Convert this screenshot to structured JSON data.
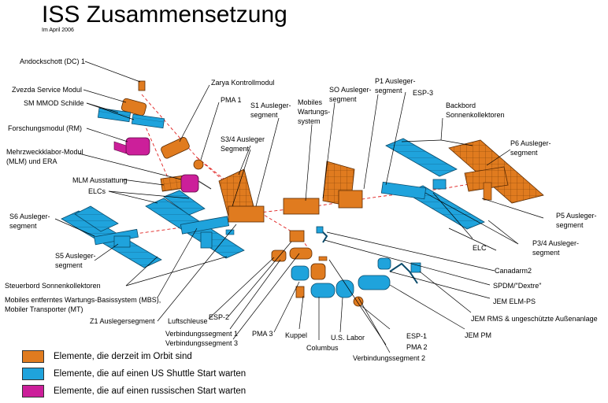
{
  "title": "ISS Zusammensetzung",
  "subtitle": "Im April 2006",
  "colors": {
    "orbit": "#e07b1f",
    "us_shuttle": "#1fa3dc",
    "russian": "#cc1f9a"
  },
  "labels": {
    "andockschott": "Andockschott (DC) 1",
    "zvezda": "Zvezda Service Modul",
    "sm_mmod": "SM MMOD Schilde",
    "forschungsmodul": "Forschungsmodul (RM)",
    "mlm_line1": "Mehrzweckklabor-Modul",
    "mlm_line2": "(MLM) und ERA",
    "mlm_ausstattung": "MLM Ausstattung",
    "elcs": "ELCs",
    "s6_line1": "S6 Ausleger-",
    "s6_line2": "segment",
    "s5_line1": "S5 Ausleger-",
    "s5_line2": "segment",
    "steuerbord": "Steuerbord Sonnenkollektoren",
    "mbs_line1": "Mobiles entferntes Wartungs-Basissystem (MBS),",
    "mbs_line2": "Mobiler Transporter (MT)",
    "z1": "Z1 Auslegersegment",
    "luftschleuse": "Luftschleuse",
    "esp2": "ESP-2",
    "verbindung1": "Verbindungssegment 1",
    "verbindung3": "Verbindungssegment 3",
    "pma3": "PMA 3",
    "kuppel": "Kuppel",
    "columbus": "Columbus",
    "us_labor": "U.S. Labor",
    "esp1": "ESP-1",
    "pma2": "PMA 2",
    "verbindung2": "Verbindungssegment 2",
    "jem_pm": "JEM PM",
    "jem_rms": "JEM RMS & ungeschützte Außenanlage",
    "jem_elm": "JEM ELM-PS",
    "spdm": "SPDM/\"Dextre\"",
    "canadarm2": "Canadarm2",
    "p34_line1": "P3/4 Ausleger-",
    "p34_line2": "segment",
    "elc": "ELC",
    "p5_line1": "P5 Ausleger-",
    "p5_line2": "segment",
    "p6_line1": "P6 Ausleger-",
    "p6_line2": "segment",
    "backbord_line1": "Backbord",
    "backbord_line2": "Sonnenkollektoren",
    "esp3": "ESP-3",
    "p1_line1": "P1 Ausleger-",
    "p1_line2": "segment",
    "so_line1": "SO Ausleger-",
    "so_line2": "segment",
    "mobiles_line1": "Mobiles",
    "mobiles_line2": "Wartungs-",
    "mobiles_line3": "system",
    "s1_line1": "S1 Ausleger-",
    "s1_line2": "segment",
    "s34_line1": "S3/4 Ausleger",
    "s34_line2": "Segment",
    "pma1": "PMA 1",
    "zarya": "Zarya Kontrollmodul"
  },
  "legend": [
    {
      "label": "Elemente, die derzeit im Orbit sind",
      "color": "#e07b1f"
    },
    {
      "label": "Elemente, die auf einen US Shuttle Start warten",
      "color": "#1fa3dc"
    },
    {
      "label": "Elemente, die auf einen russischen Start warten",
      "color": "#cc1f9a"
    }
  ]
}
